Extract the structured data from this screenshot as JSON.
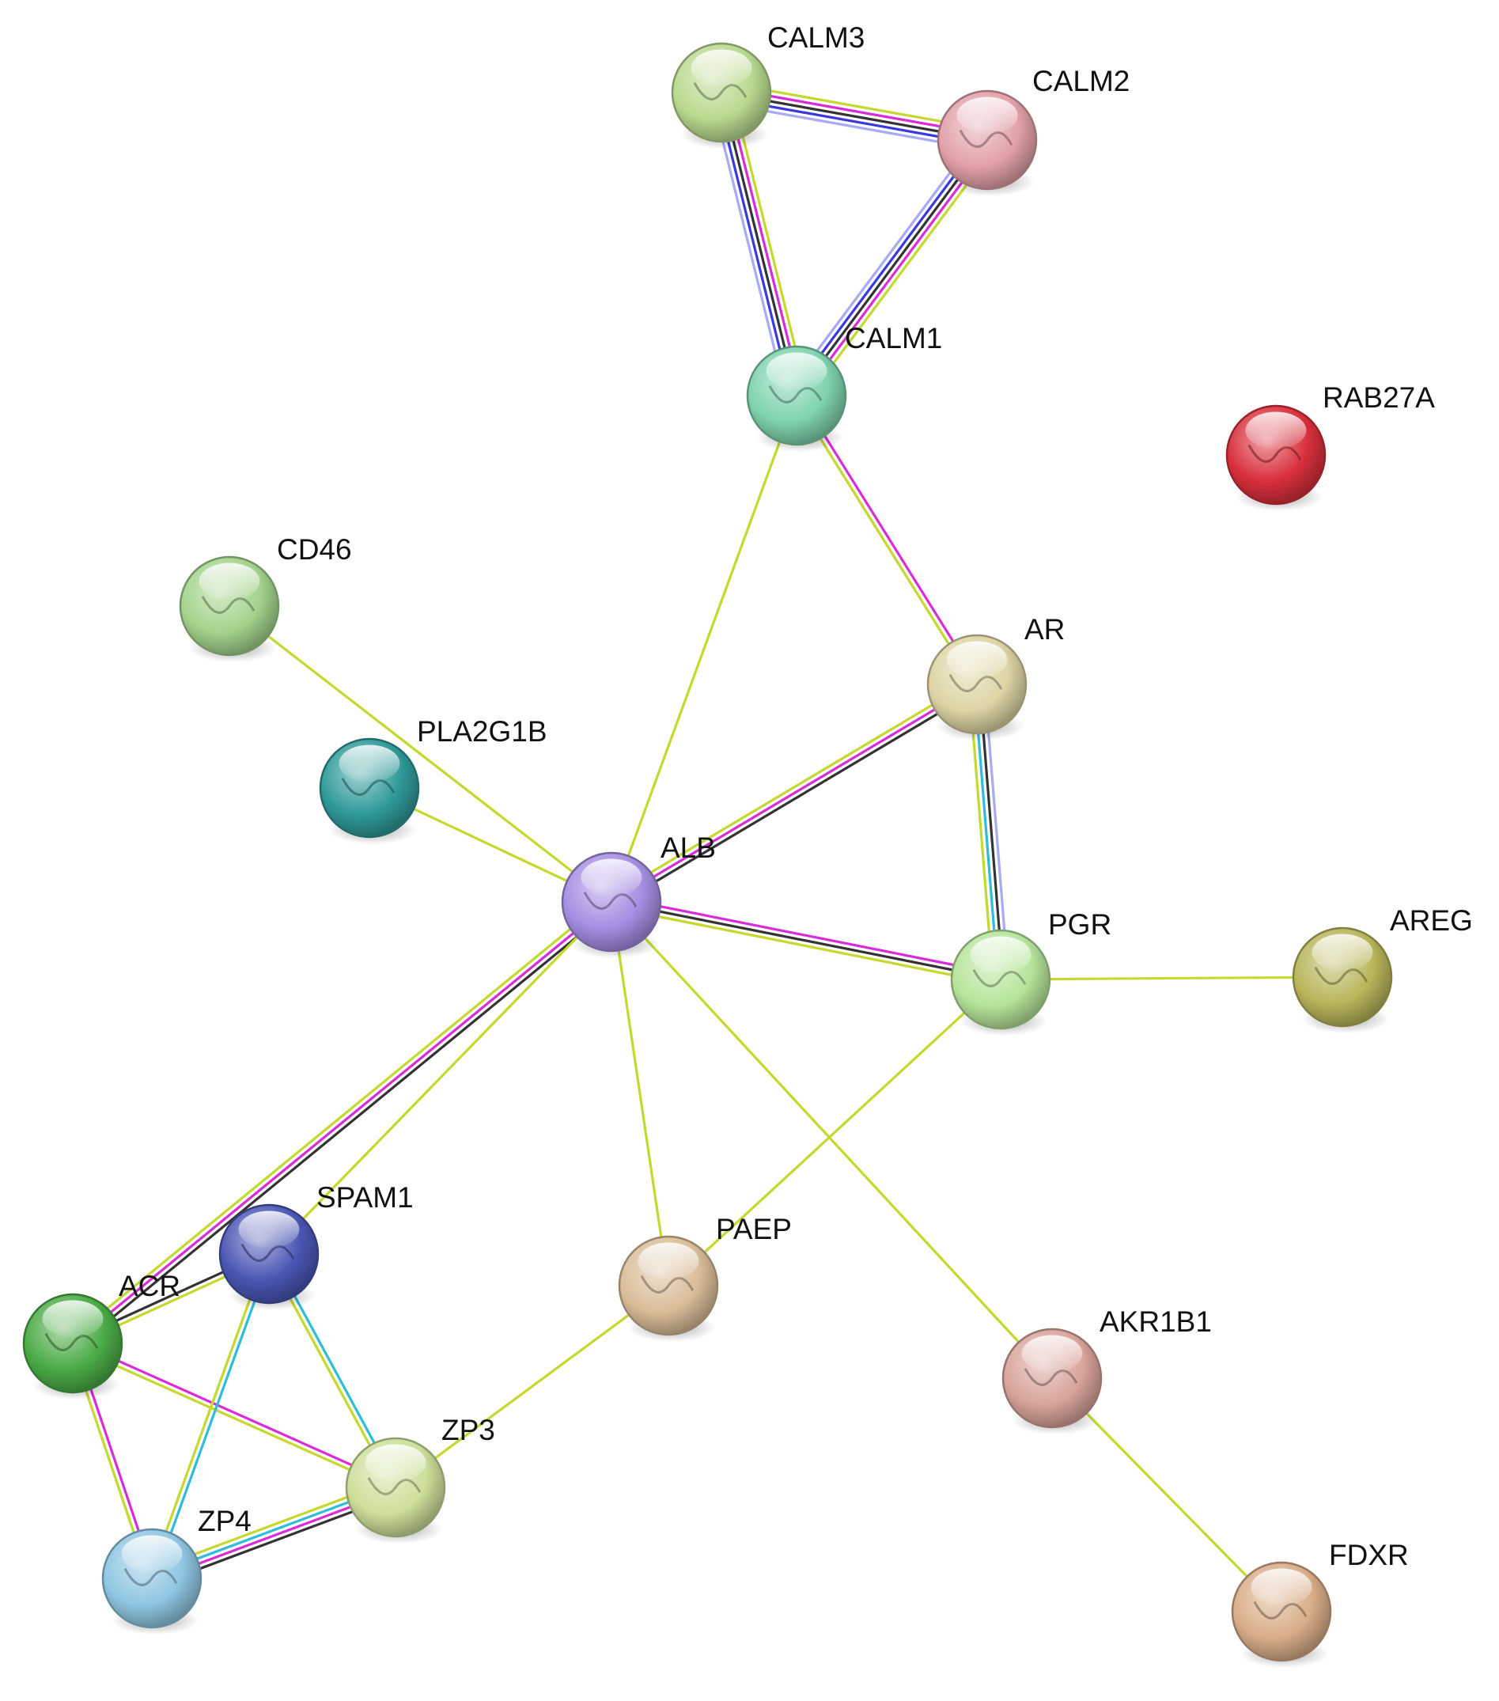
{
  "nodes": [
    {
      "id": "CALM3",
      "label": "CALM3",
      "color": "#b9d98f"
    },
    {
      "id": "CALM2",
      "label": "CALM2",
      "color": "#e2a1a8"
    },
    {
      "id": "CALM1",
      "label": "CALM1",
      "color": "#7fd3ad"
    },
    {
      "id": "RAB27A",
      "label": "RAB27A",
      "color": "#d9303c"
    },
    {
      "id": "CD46",
      "label": "CD46",
      "color": "#a3d38c"
    },
    {
      "id": "AR",
      "label": "AR",
      "color": "#ddd4a4"
    },
    {
      "id": "PLA2G1B",
      "label": "PLA2G1B",
      "color": "#2f9a98"
    },
    {
      "id": "ALB",
      "label": "ALB",
      "color": "#a58ee2"
    },
    {
      "id": "PGR",
      "label": "PGR",
      "color": "#b6e49a"
    },
    {
      "id": "AREG",
      "label": "AREG",
      "color": "#b8b55a"
    },
    {
      "id": "SPAM1",
      "label": "SPAM1",
      "color": "#4a56b4"
    },
    {
      "id": "PAEP",
      "label": "PAEP",
      "color": "#d9bd98"
    },
    {
      "id": "ACR",
      "label": "ACR",
      "color": "#4bab47"
    },
    {
      "id": "AKR1B1",
      "label": "AKR1B1",
      "color": "#d8a49a"
    },
    {
      "id": "ZP3",
      "label": "ZP3",
      "color": "#ccdf9a"
    },
    {
      "id": "ZP4",
      "label": "ZP4",
      "color": "#8fc6e2"
    },
    {
      "id": "FDXR",
      "label": "FDXR",
      "color": "#d9ad88"
    }
  ],
  "edge_colors": {
    "textmining": "#c4d82e",
    "experiments": "#d92cd9",
    "coexpression": "#333333",
    "databases": "#2fbcd9",
    "homology": "#3a3adc",
    "homology_light": "#a9a9f5"
  },
  "edges": [
    {
      "source": "CALM3",
      "target": "CALM2",
      "evidence": [
        "textmining",
        "experiments",
        "coexpression",
        "homology",
        "homology_light"
      ]
    },
    {
      "source": "CALM3",
      "target": "CALM1",
      "evidence": [
        "textmining",
        "experiments",
        "coexpression",
        "homology",
        "homology_light"
      ]
    },
    {
      "source": "CALM2",
      "target": "CALM1",
      "evidence": [
        "textmining",
        "experiments",
        "coexpression",
        "homology",
        "homology_light"
      ]
    },
    {
      "source": "CALM1",
      "target": "ALB",
      "evidence": [
        "textmining"
      ]
    },
    {
      "source": "CALM1",
      "target": "AR",
      "evidence": [
        "experiments",
        "textmining"
      ]
    },
    {
      "source": "CD46",
      "target": "ALB",
      "evidence": [
        "textmining"
      ]
    },
    {
      "source": "PLA2G1B",
      "target": "ALB",
      "evidence": [
        "textmining"
      ]
    },
    {
      "source": "AR",
      "target": "ALB",
      "evidence": [
        "coexpression",
        "experiments",
        "textmining"
      ]
    },
    {
      "source": "AR",
      "target": "PGR",
      "evidence": [
        "homology_light",
        "coexpression",
        "databases",
        "textmining"
      ]
    },
    {
      "source": "ALB",
      "target": "PGR",
      "evidence": [
        "experiments",
        "coexpression",
        "textmining"
      ]
    },
    {
      "source": "PGR",
      "target": "AREG",
      "evidence": [
        "textmining"
      ]
    },
    {
      "source": "PGR",
      "target": "PAEP",
      "evidence": [
        "textmining"
      ]
    },
    {
      "source": "ALB",
      "target": "PAEP",
      "evidence": [
        "textmining"
      ]
    },
    {
      "source": "ALB",
      "target": "AKR1B1",
      "evidence": [
        "textmining"
      ]
    },
    {
      "source": "ALB",
      "target": "ACR",
      "evidence": [
        "coexpression",
        "experiments",
        "textmining"
      ]
    },
    {
      "source": "ALB",
      "target": "SPAM1",
      "evidence": [
        "textmining"
      ]
    },
    {
      "source": "ACR",
      "target": "SPAM1",
      "evidence": [
        "coexpression",
        "textmining"
      ]
    },
    {
      "source": "ACR",
      "target": "ZP3",
      "evidence": [
        "experiments",
        "textmining"
      ]
    },
    {
      "source": "ACR",
      "target": "ZP4",
      "evidence": [
        "experiments",
        "textmining"
      ]
    },
    {
      "source": "SPAM1",
      "target": "ZP3",
      "evidence": [
        "databases",
        "textmining"
      ]
    },
    {
      "source": "SPAM1",
      "target": "ZP4",
      "evidence": [
        "databases",
        "textmining"
      ]
    },
    {
      "source": "ZP3",
      "target": "ZP4",
      "evidence": [
        "coexpression",
        "experiments",
        "databases",
        "textmining"
      ]
    },
    {
      "source": "PAEP",
      "target": "ZP3",
      "evidence": [
        "textmining"
      ]
    },
    {
      "source": "AKR1B1",
      "target": "FDXR",
      "evidence": [
        "textmining"
      ]
    }
  ]
}
